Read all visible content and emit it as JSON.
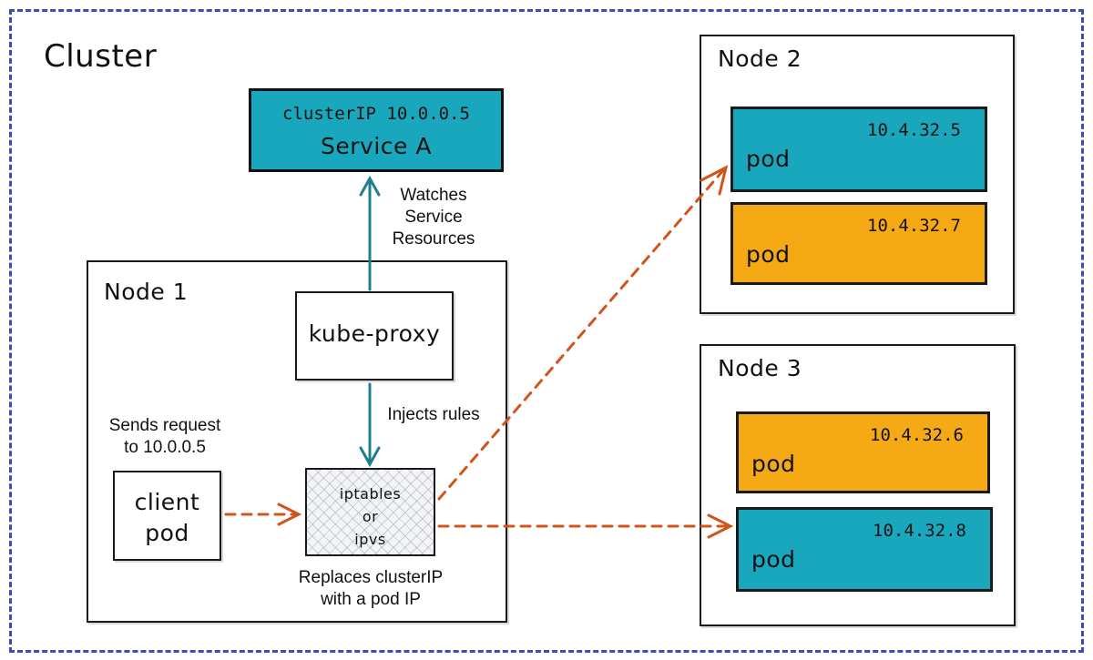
{
  "cluster": {
    "title": "Cluster"
  },
  "service": {
    "cluster_ip": "clusterIP 10.0.0.5",
    "name": "Service A"
  },
  "labels": {
    "watches": "Watches\nService\nResources",
    "injects": "Injects rules",
    "sends": "Sends request\nto 10.0.0.5",
    "replaces": "Replaces clusterIP\nwith a pod IP"
  },
  "node1": {
    "title": "Node 1",
    "kube_proxy": "kube-proxy",
    "client_pod": "client\npod",
    "iptables": "iptables\nor\nipvs"
  },
  "node2": {
    "title": "Node 2",
    "pods": [
      {
        "ip": "10.4.32.5",
        "name": "pod",
        "color": "#19a7bd"
      },
      {
        "ip": "10.4.32.7",
        "name": "pod",
        "color": "#f5a914"
      }
    ]
  },
  "node3": {
    "title": "Node 3",
    "pods": [
      {
        "ip": "10.4.32.6",
        "name": "pod",
        "color": "#f5a914"
      },
      {
        "ip": "10.4.32.8",
        "name": "pod",
        "color": "#19a7bd"
      }
    ]
  },
  "colors": {
    "teal": "#19a7bd",
    "amber": "#f5a914",
    "arrow_orange": "#d2541c",
    "arrow_teal": "#1f7f8c",
    "cluster_border": "#3a4fb0"
  }
}
